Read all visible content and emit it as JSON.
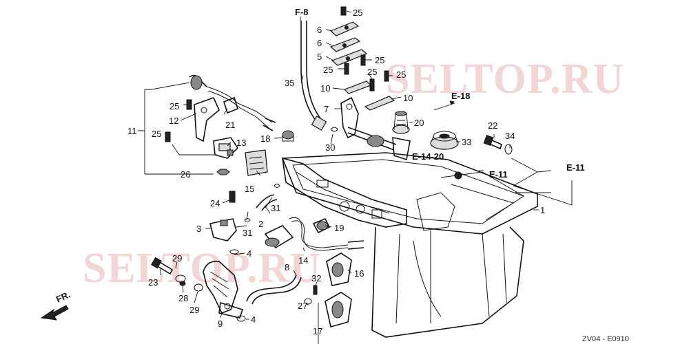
{
  "diagram": {
    "watermark": "SELTOP.RU",
    "diagram_code": "ZV04 - E0910",
    "front_marker": "FR.",
    "references": [
      "F-8",
      "E-18",
      "E-14-20",
      "E-11",
      "E-11"
    ],
    "part_numbers": [
      "1",
      "2",
      "3",
      "4",
      "4",
      "5",
      "6",
      "6",
      "7",
      "8",
      "9",
      "10",
      "10",
      "11",
      "12",
      "13",
      "14",
      "15",
      "16",
      "17",
      "18",
      "19",
      "20",
      "21",
      "22",
      "23",
      "24",
      "25",
      "25",
      "25",
      "25",
      "25",
      "25",
      "25",
      "26",
      "27",
      "28",
      "29",
      "29",
      "30",
      "31",
      "31",
      "32",
      "33",
      "34",
      "35"
    ]
  }
}
